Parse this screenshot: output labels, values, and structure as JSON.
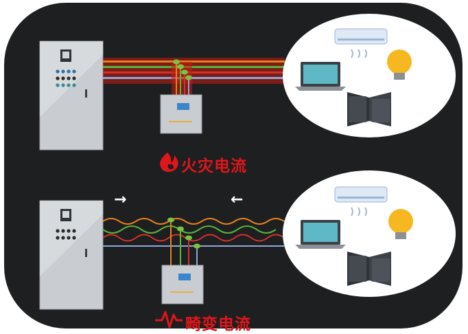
{
  "diagram": {
    "sections": [
      {
        "id": "fire",
        "label": "火灾电流",
        "icon": "flame-icon",
        "label_color": "#e0161a"
      },
      {
        "id": "harmonic",
        "label": "畸变电流",
        "icon": "pulse-wave-icon",
        "label_color": "#e0161a"
      }
    ],
    "arrows": {
      "right": "→",
      "left": "←"
    },
    "colors": {
      "background": "#1e1f20",
      "cabinet": "#c9cdd2",
      "wire_fire": "#c81c10",
      "wire_orange": "#e8821e",
      "wire_green": "#58b43a",
      "wire_red": "#d4322a",
      "wire_blue": "#8fa7d8",
      "sensor_green": "#7cc242"
    },
    "loads": [
      "laptop-icon",
      "air-conditioner-icon",
      "light-bulb-icon",
      "server-rack-icon"
    ]
  }
}
